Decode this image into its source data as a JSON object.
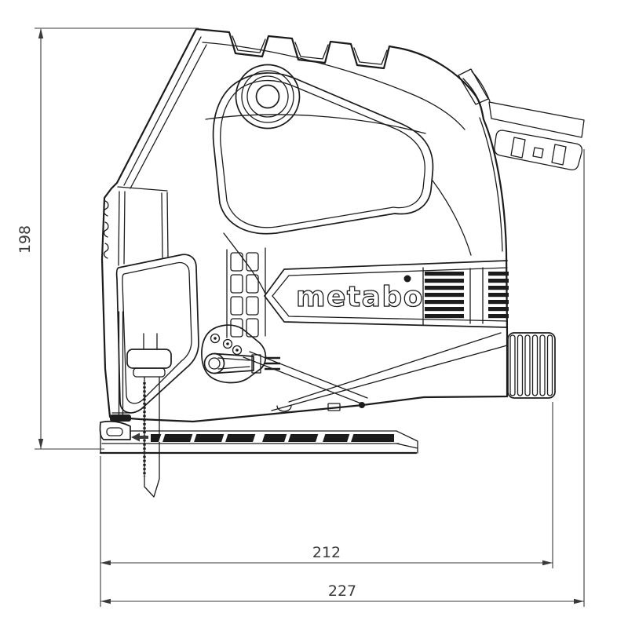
{
  "diagram": {
    "brand_logo": "metabo",
    "dimensions": {
      "height": "198",
      "length_to_extraction_port": "212",
      "overall_length": "227"
    },
    "colors": {
      "background": "#ffffff",
      "line": "#1c1c1c",
      "dimension": "#3a3a3a"
    }
  }
}
